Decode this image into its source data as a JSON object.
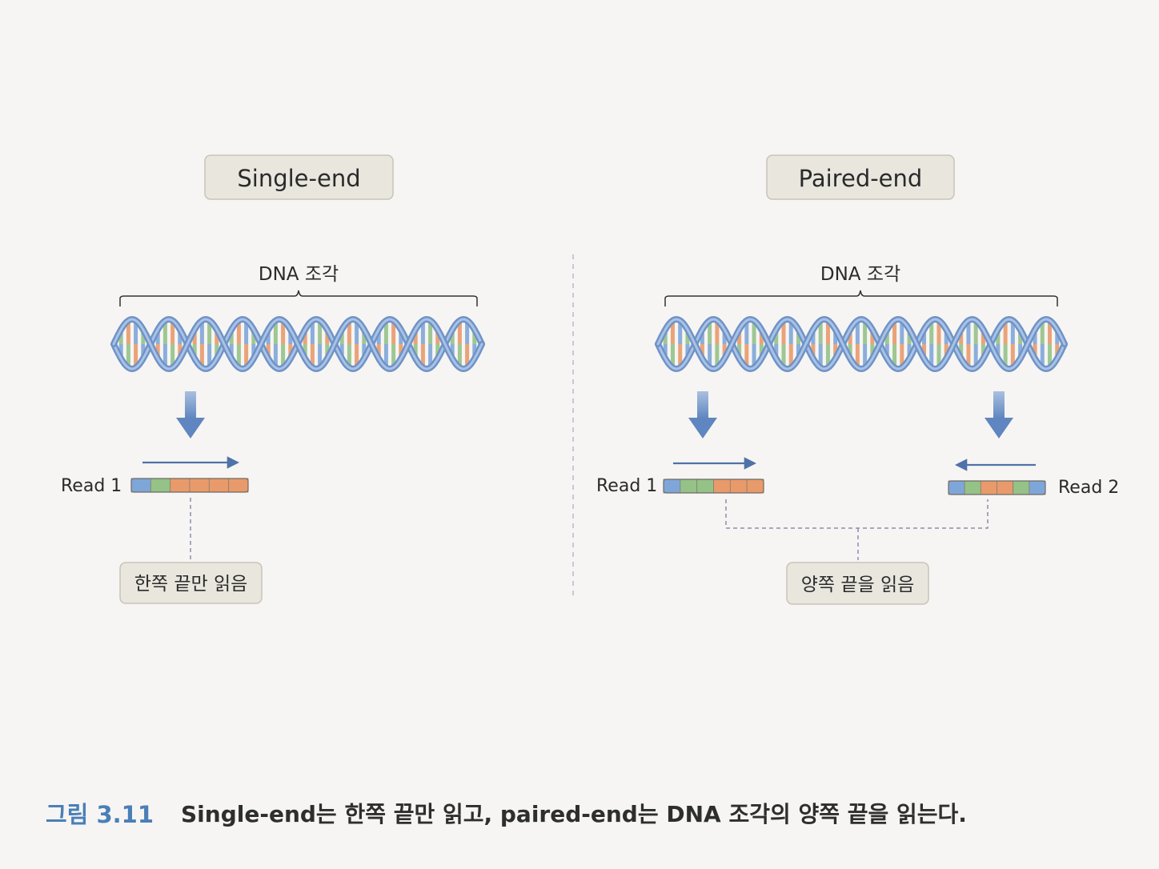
{
  "panels": {
    "single": {
      "title": "Single-end",
      "fragment_label": "DNA 조각",
      "read1_label": "Read 1",
      "note": "한쪽 끝만 읽음"
    },
    "paired": {
      "title": "Paired-end",
      "fragment_label": "DNA 조각",
      "read1_label": "Read 1",
      "read2_label": "Read 2",
      "note": "양쪽 끝을 읽음"
    }
  },
  "caption": {
    "figure_number": "그림 3.11",
    "text": "Single-end는 한쪽 끝만 읽고, paired-end는 DNA 조각의 양쪽 끝을 읽는다."
  },
  "colors": {
    "background": "#f6f5f3",
    "box_fill": "#e9e6de",
    "box_stroke": "#c9c4b8",
    "helix_backbone": "#6f93c6",
    "arrow": "#6a8ec4",
    "base_blue": "#7fa6d8",
    "base_green": "#95c287",
    "base_orange": "#e99a6a",
    "caption_accent": "#4a7fb8"
  }
}
